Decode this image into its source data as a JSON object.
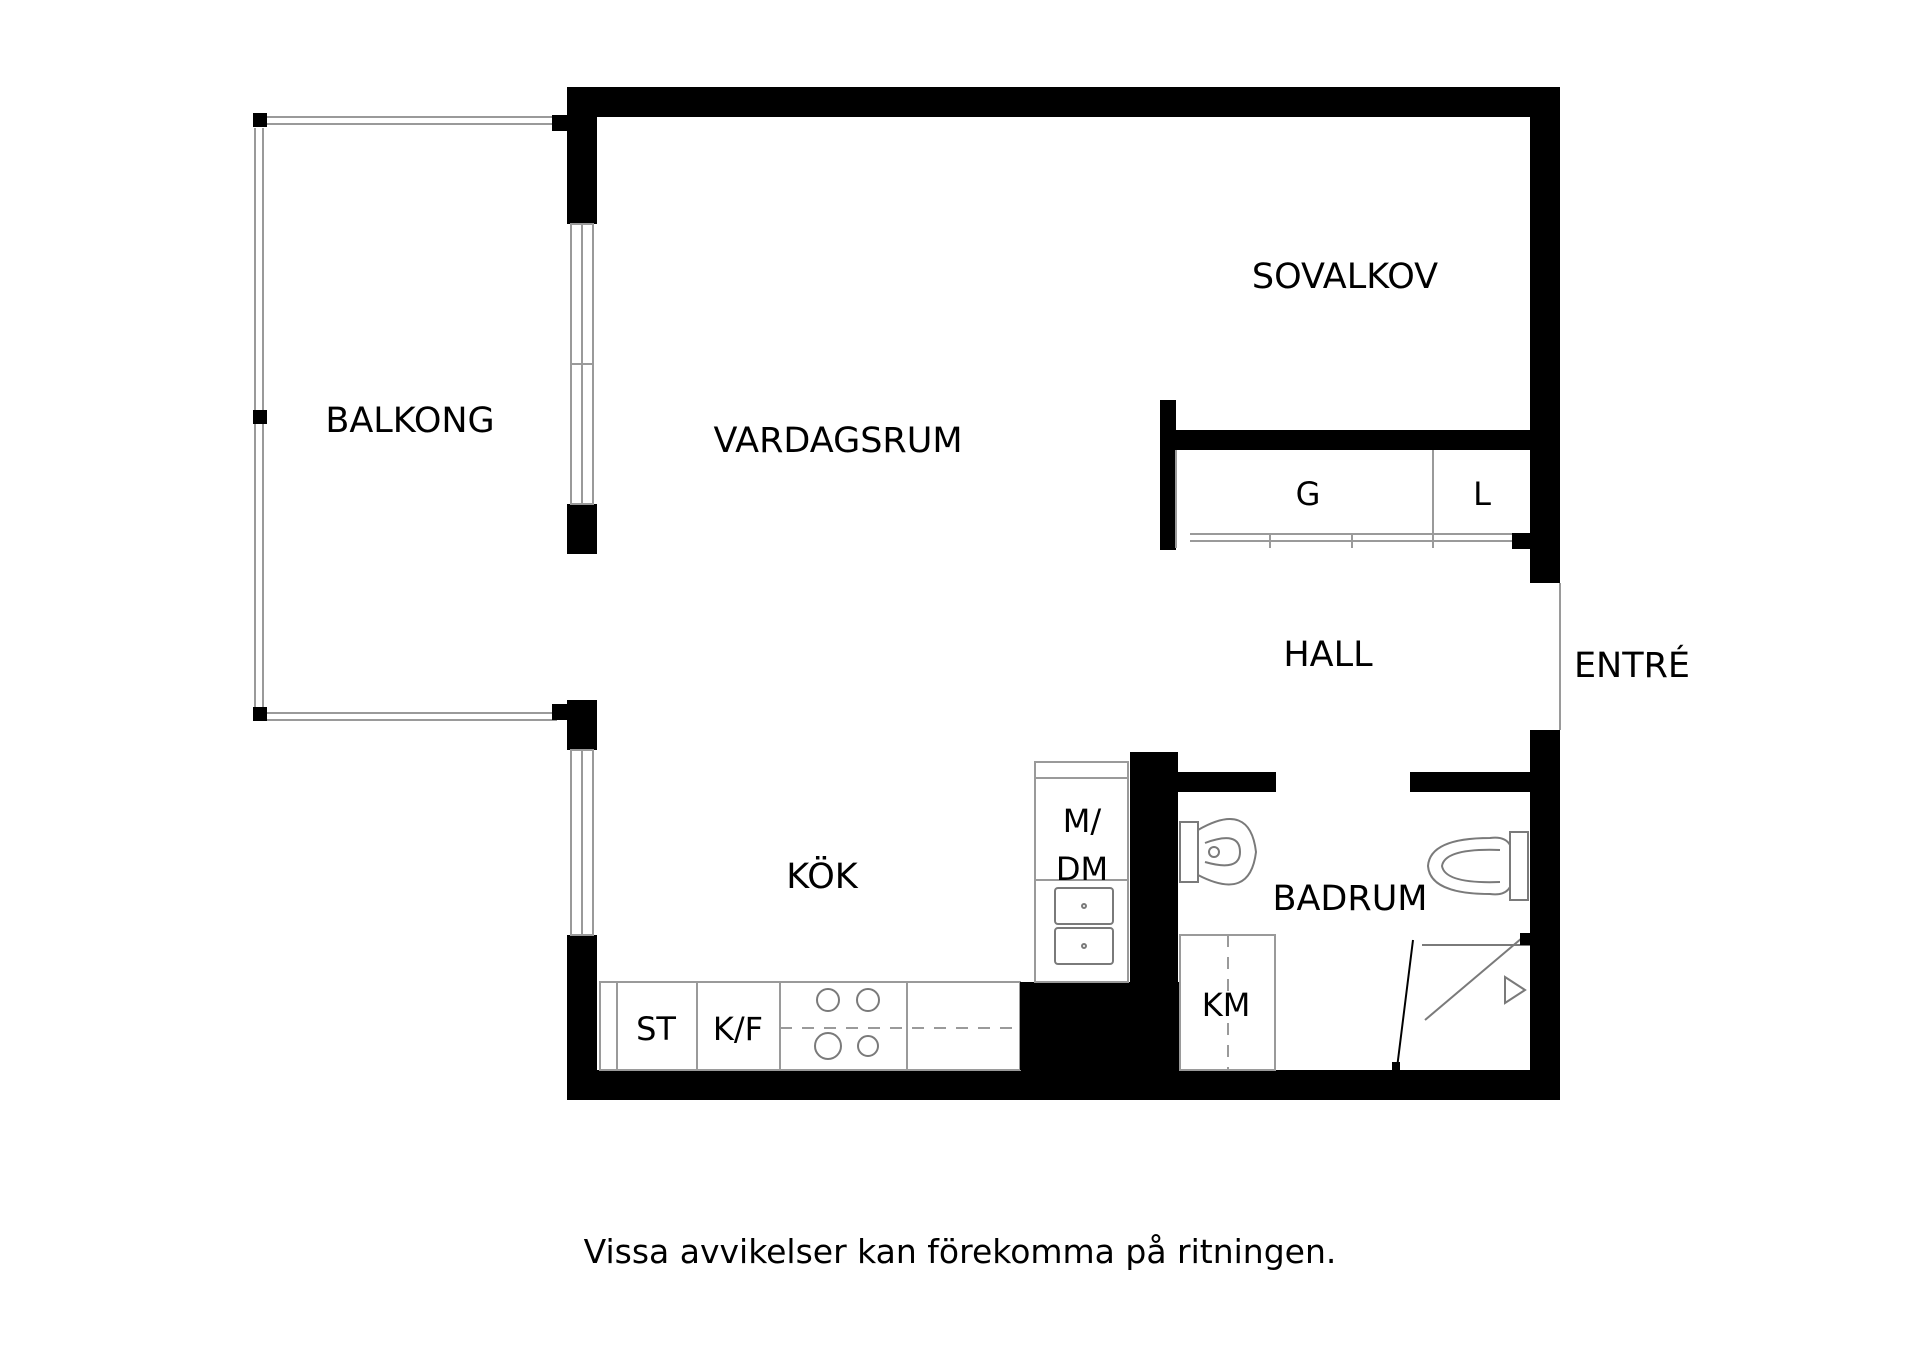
{
  "rooms": {
    "balcony": "BALKONG",
    "living_room": "VARDAGSRUM",
    "sleeping_alcove": "SOVALKOV",
    "kitchen": "KÖK",
    "hall": "HALL",
    "bathroom": "BADRUM",
    "entrance": "ENTRÉ"
  },
  "fixtures": {
    "wardrobe_g": "G",
    "wardrobe_l": "L",
    "dishwasher_line1": "M/",
    "dishwasher_line2": "DM",
    "stove": "ST",
    "fridge_freezer": "K/F",
    "washing_machine": "KM"
  },
  "disclaimer": "Vissa avvikelser kan förekomma på ritningen."
}
